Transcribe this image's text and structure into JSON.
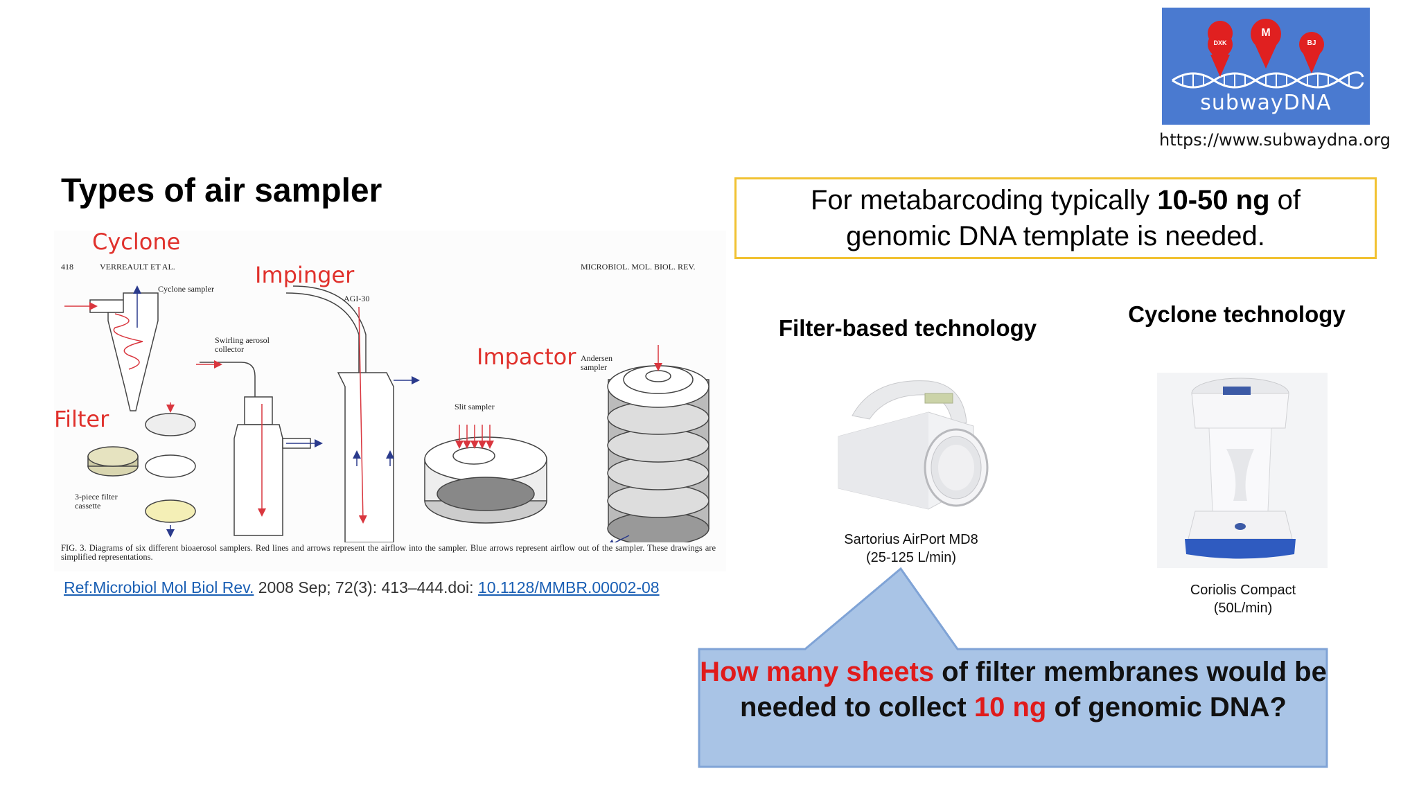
{
  "logo": {
    "name": "subwayDNA",
    "pin_labels": [
      "DXK",
      "M",
      "BJ"
    ],
    "url": "https://www.subwaydna.org",
    "colors": {
      "background": "#4a7ad0",
      "pin": "#e02020"
    }
  },
  "left": {
    "title": "Types of air sampler",
    "labels": {
      "cyclone": "Cyclone",
      "impinger": "Impinger",
      "impactor": "Impactor",
      "filter": "Filter"
    },
    "figure": {
      "page_number": "418",
      "authors": "VERREAULT ET AL.",
      "journal": "MICROBIOL. MOL. BIOL. REV.",
      "labels": {
        "cyclone_sampler": "Cyclone sampler",
        "agi30": "AGI-30",
        "swirling": "Swirling aerosol collector",
        "andersen": "Andersen sampler",
        "slit": "Slit sampler",
        "filter_cassette": "3-piece filter cassette"
      },
      "caption": "FIG. 3. Diagrams of six different bioaerosol samplers. Red lines and arrows represent the airflow into the sampler. Blue arrows represent airflow out of the sampler. These drawings are simplified representations."
    },
    "reference": {
      "link_text": "Ref:Microbiol Mol Biol Rev.",
      "details": " 2008 Sep; 72(3): 413–444.doi: ",
      "doi": "10.1128/MMBR.00002-08"
    }
  },
  "right": {
    "info_box": {
      "before": "For metabarcoding typically ",
      "bold": "10-50 ng",
      "after": " of",
      "line2": "genomic DNA template is needed."
    },
    "filter_title": "Filter-based technology",
    "cyclone_title": "Cyclone technology",
    "filter_device": {
      "name": "Sartorius AirPort MD8",
      "rate": "(25-125 L/min)"
    },
    "cyclone_device": {
      "name": "Coriolis Compact",
      "rate": "(50L/min)"
    },
    "question": {
      "part1_red": "How many sheets",
      "part2": " of filter membranes would be needed to collect ",
      "part3_red": "10 ng",
      "part4": " of genomic DNA?"
    },
    "colors": {
      "info_border": "#f1c232",
      "callout_fill": "#a9c4e6",
      "callout_border": "#7fa3d6",
      "highlight": "#e01b1b"
    }
  }
}
